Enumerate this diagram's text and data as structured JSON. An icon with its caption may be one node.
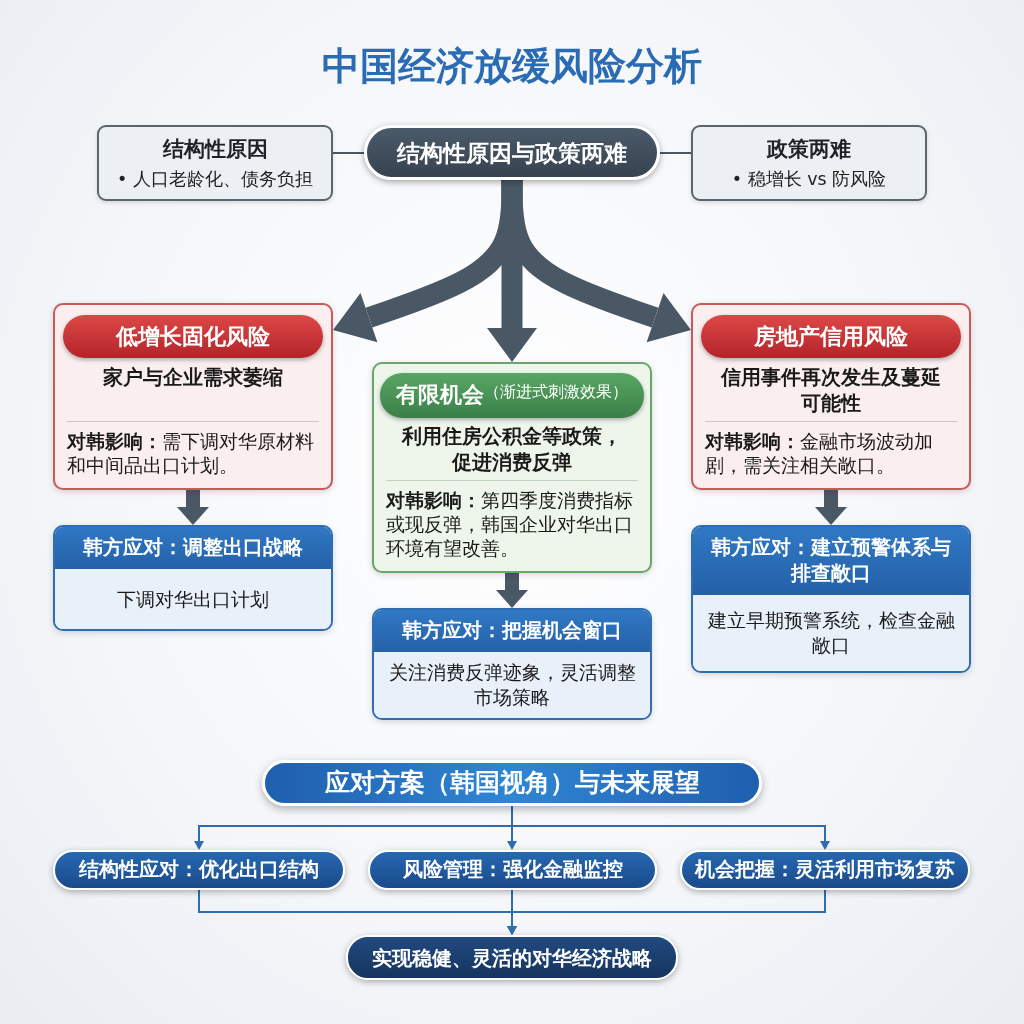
{
  "diagram": {
    "title": "中国经济放缓风险分析",
    "nodes": [
      {
        "text": [
          "结构性原因",
          "• 人口老龄化、债务负担"
        ]
      },
      {
        "text": [
          "结构性原因与政策两难"
        ]
      },
      {
        "text": [
          "政策两难",
          "• 稳增长 vs 防风险"
        ]
      },
      {
        "text": [
          "家户与企业需求萎缩",
          "**对韩影响：**需下调对华原材料和中间品出口计划。"
        ]
      },
      {
        "text": [
          "低增长固化风险"
        ],
        "in": 3
      },
      {
        "text": [
          "利用住房公积金等政策，促进消费反弹",
          "**对韩影响：**第四季度消费指标或现反弹，韩国企业对华出口环境有望改善。"
        ]
      },
      {
        "text": [
          "有限机会",
          "（渐进式刺激效果）"
        ],
        "in": 5
      },
      {
        "text": [
          "信用事件再次发生及蔓延可能性",
          "**对韩影响：**金融市场波动加剧，需关注相关敞口。"
        ]
      },
      {
        "text": [
          "房地产信用风险"
        ],
        "in": 7
      },
      {
        "text": [
          "韩方应对：调整出口战略",
          "下调对华出口计划"
        ]
      },
      {
        "text": [
          "韩方应对：把握机会窗口",
          "关注消费反弹迹象，灵活调整市场策略"
        ]
      },
      {
        "text": [
          "韩方应对：建立预警体系与排查敞口",
          "建立早期预警系统，检查金融敞口"
        ]
      },
      {
        "text": [
          "应对方案（韩国视角）与未来展望"
        ]
      },
      {
        "text": [
          "结构性应对：优化出口结构"
        ]
      },
      {
        "text": [
          "风险管理：强化金融监控"
        ]
      },
      {
        "text": [
          "机会把握：灵活利用市场复苏"
        ]
      },
      {
        "text": [
          "实现稳健、灵活的对华经济战略"
        ]
      }
    ],
    "edges": [
      {
        "from": 1,
        "to": 0,
        "arrow": "none"
      },
      {
        "from": 1,
        "to": 2,
        "arrow": "none"
      },
      {
        "from": 1,
        "to": 3,
        "arrow": "to",
        "style": "thick"
      },
      {
        "from": 1,
        "to": 5,
        "arrow": "to",
        "style": "thick"
      },
      {
        "from": 1,
        "to": 7,
        "arrow": "to",
        "style": "thick"
      },
      {
        "from": 3,
        "to": 9,
        "arrow": "to",
        "style": "thick"
      },
      {
        "from": 5,
        "to": 10,
        "arrow": "to",
        "style": "thick"
      },
      {
        "from": 7,
        "to": 11,
        "arrow": "to",
        "style": "thick"
      },
      {
        "from": 12,
        "to": 13,
        "arrow": "to",
        "color": "#2f6db3"
      },
      {
        "from": 12,
        "to": 14,
        "arrow": "to",
        "color": "#2f6db3"
      },
      {
        "from": 12,
        "to": 15,
        "arrow": "to",
        "color": "#2f6db3"
      },
      {
        "from": 13,
        "to": 16,
        "arrow": "to",
        "color": "#2f6db3"
      },
      {
        "from": 14,
        "to": 16,
        "arrow": "to",
        "color": "#2f6db3"
      },
      {
        "from": 15,
        "to": 16,
        "arrow": "to",
        "color": "#2f6db3"
      }
    ]
  }
}
